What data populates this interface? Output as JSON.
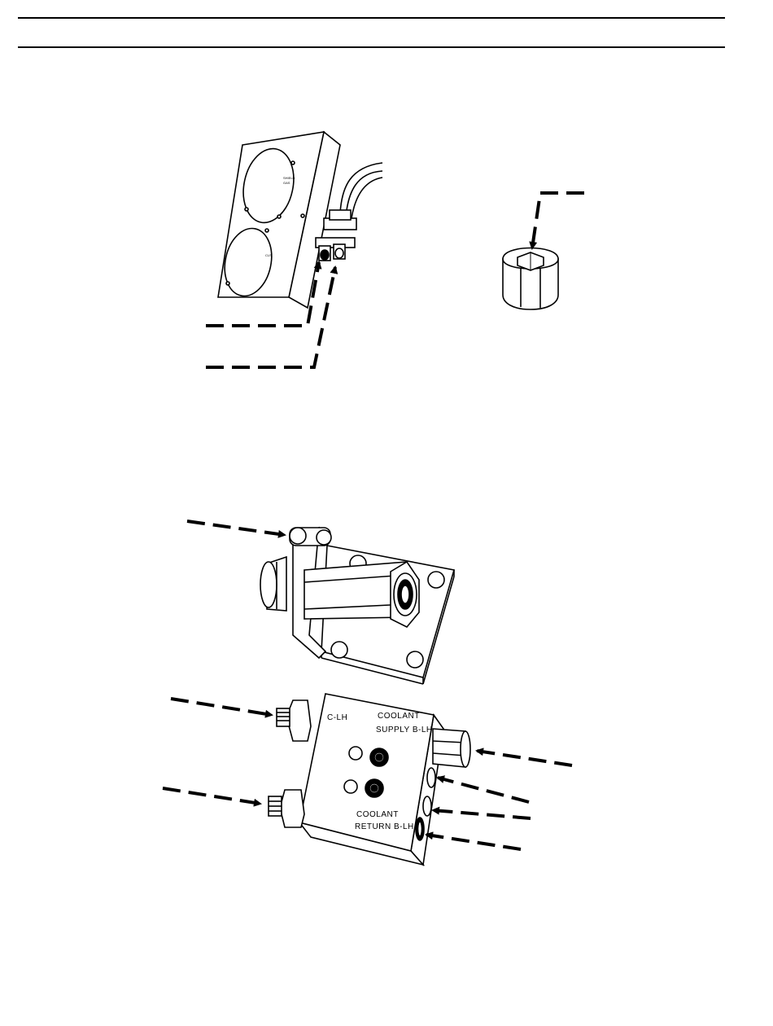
{
  "page": {
    "header_rules": 2
  },
  "manifold": {
    "port_c_label": "C-LH",
    "supply_label_line1": "COOLANT",
    "supply_label_line2": "SUPPLY B-LH",
    "return_label_line1": "COOLANT",
    "return_label_line2": "RETURN B-LH"
  },
  "panel": {
    "gauge_upper_text_line1": "SHIELD",
    "gauge_upper_text_line2": "GAS",
    "gauge_lower_text": "CUT"
  },
  "colors": {
    "ink": "#000000",
    "paper": "#ffffff",
    "shadow": "#e6e6e6"
  },
  "icons": [
    "leader-arrow-icon",
    "fitting-icon",
    "hex-nut-icon"
  ]
}
